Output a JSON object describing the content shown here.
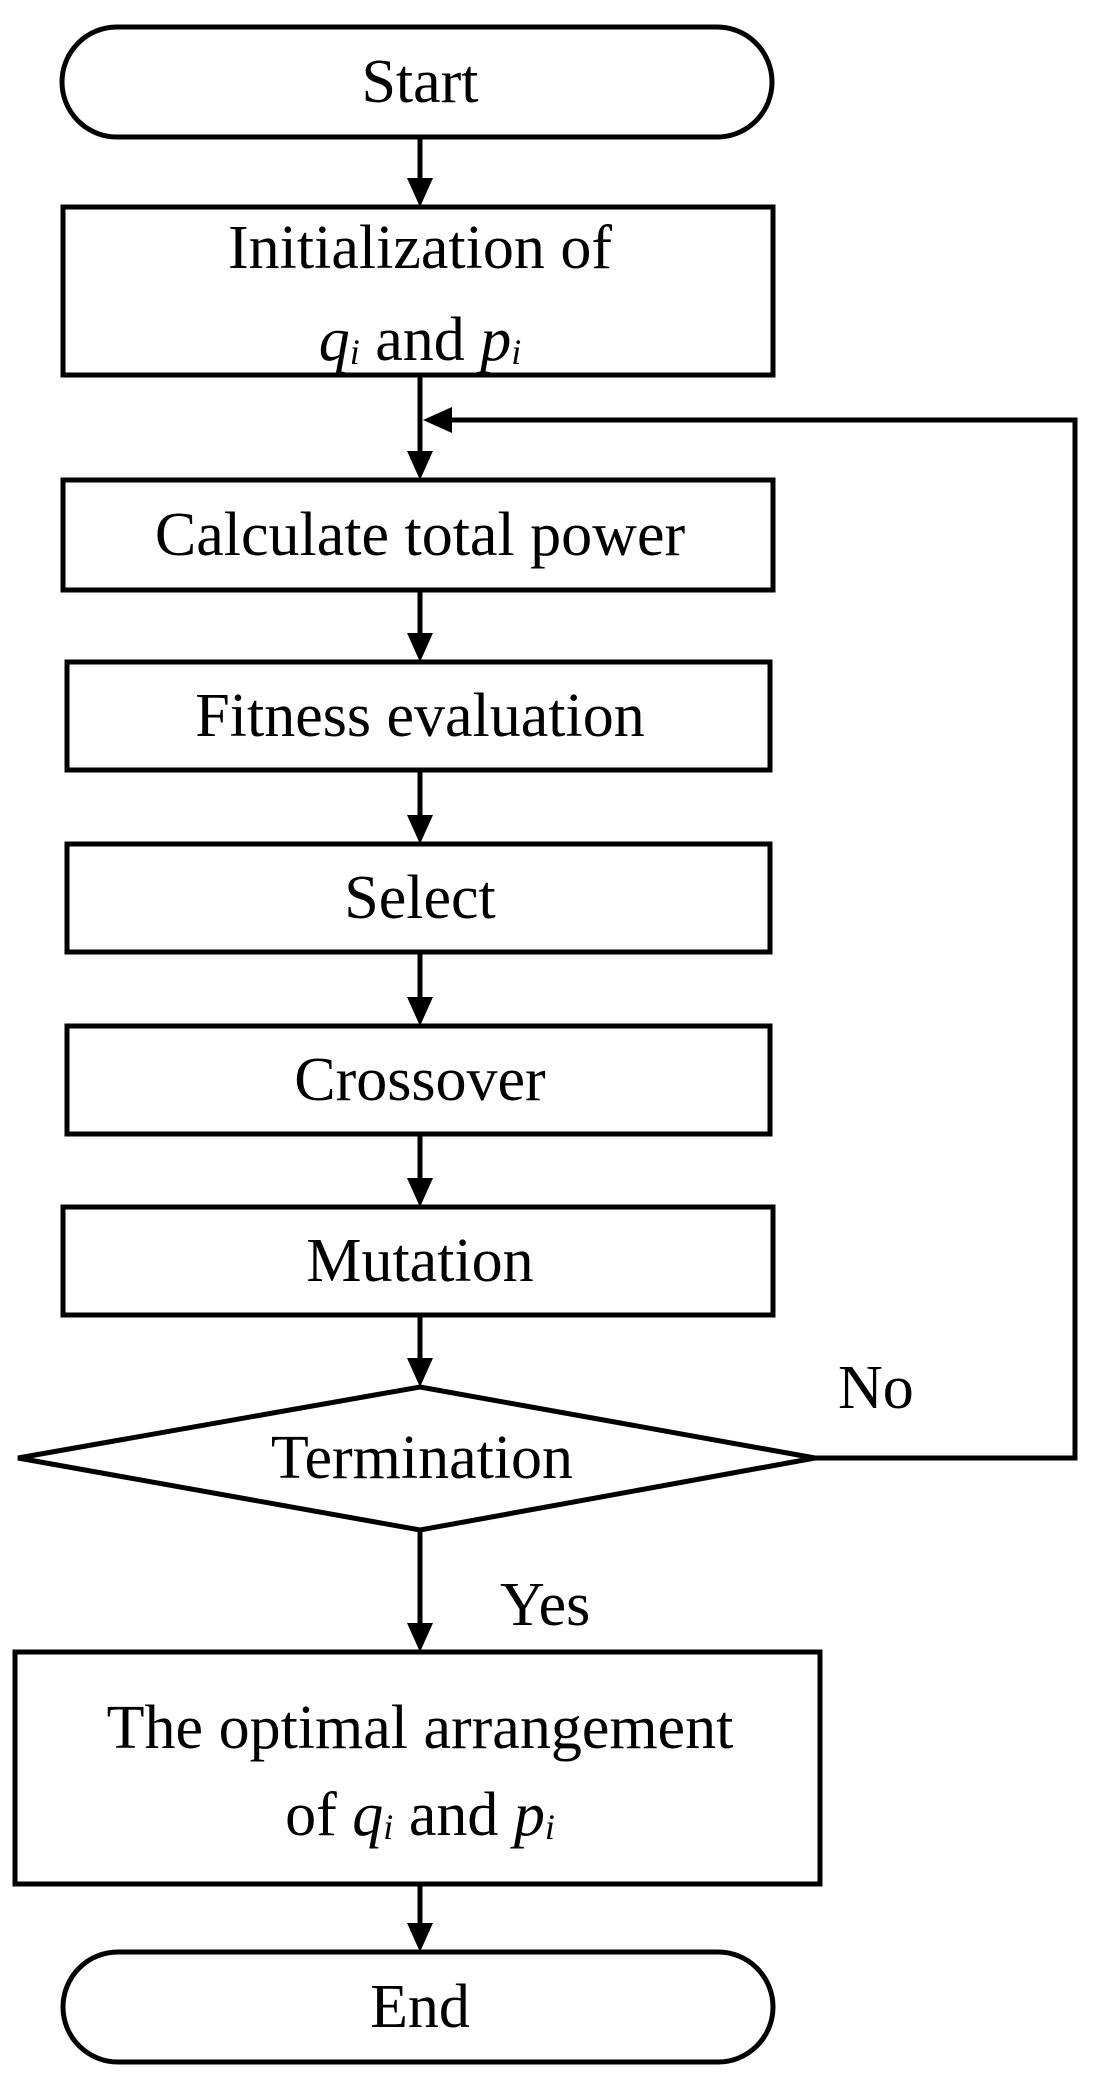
{
  "nodes": {
    "start": {
      "label": "Start"
    },
    "init": {
      "line1": "Initialization of",
      "var_q": "q",
      "var_q_sub": "i",
      "conj": " and ",
      "var_p": "p",
      "var_p_sub": "i"
    },
    "calc": {
      "label": "Calculate total power"
    },
    "fitness": {
      "label": "Fitness evaluation"
    },
    "select": {
      "label": "Select"
    },
    "crossover": {
      "label": "Crossover"
    },
    "mutation": {
      "label": "Mutation"
    },
    "termination": {
      "label": "Termination"
    },
    "optimal": {
      "line1": "The optimal arrangement",
      "prefix": "of ",
      "var_q": "q",
      "var_q_sub": "i",
      "conj": " and ",
      "var_p": "p",
      "var_p_sub": "i"
    },
    "end": {
      "label": "End"
    }
  },
  "edges": {
    "no_label": "No",
    "yes_label": "Yes"
  }
}
